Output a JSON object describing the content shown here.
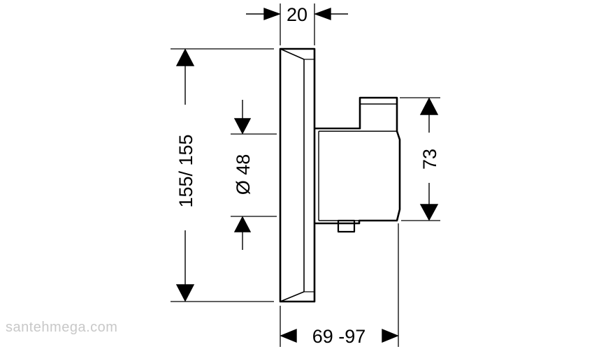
{
  "diagram": {
    "dimensions": {
      "top_width": "20",
      "total_height": "155/ 155",
      "diameter": "Ø 48",
      "body_height": "73",
      "depth_range": "69 -97"
    },
    "colors": {
      "line": "#000000",
      "watermark": "#c8c8c8",
      "background": "#ffffff"
    }
  },
  "watermark": {
    "text": "santehmega.com"
  }
}
